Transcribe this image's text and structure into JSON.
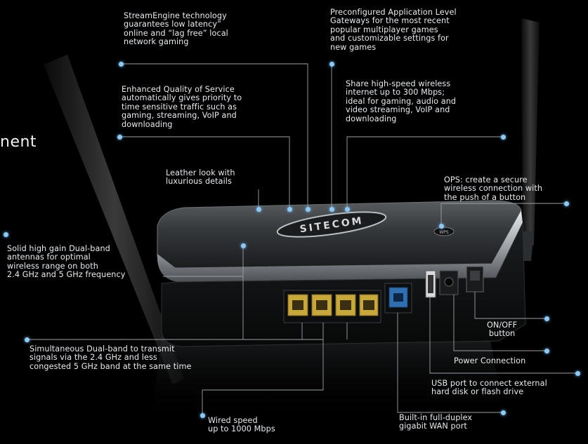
{
  "left_fragment": "nent",
  "brand_text": "SITECOM",
  "wps_label": "WPS",
  "accent_color": "#8cc9f5",
  "annotations": {
    "streamengine": [
      "StreamEngine technology",
      "guarantees low latency”",
      "online and “lag free” local",
      "network gaming"
    ],
    "alg": [
      "Preconfigured Application Level",
      "Gateways for the most recent",
      "popular multiplayer games",
      "and customizable settings for",
      "new games"
    ],
    "qos": [
      "Enhanced Quality of Service",
      "automatically gives priority to",
      "time sensitive traffic such as",
      "gaming, streaming, VoIP and",
      "downloading"
    ],
    "wireless_speed": [
      "Share high-speed wireless",
      "internet up to 300 Mbps;",
      "ideal for gaming, audio and",
      "video streaming, VoIP and",
      "downloading"
    ],
    "leather": [
      "Leather look with",
      "luxurious details"
    ],
    "wps": [
      "OPS: create a secure",
      "wireless connection with",
      "the push of a button"
    ],
    "antennas": [
      "Solid high gain Dual-band",
      "antennas for optimal",
      "wireless range on both",
      "2.4 GHz and 5 GHz frequency"
    ],
    "onoff": [
      "ON/OFF",
      "button"
    ],
    "dualband": [
      "Simultaneous Dual-band to transmit",
      "signals via the 2.4 GHz and less",
      "congested 5 GHz band at the same time"
    ],
    "power": [
      "Power Connection"
    ],
    "usb": [
      "USB port to connect external",
      "hard disk or flash drive"
    ],
    "wired": [
      "Wired speed",
      "up to 1000 Mbps"
    ],
    "wan": [
      "Built-in full-duplex",
      "gigabit WAN port"
    ]
  }
}
